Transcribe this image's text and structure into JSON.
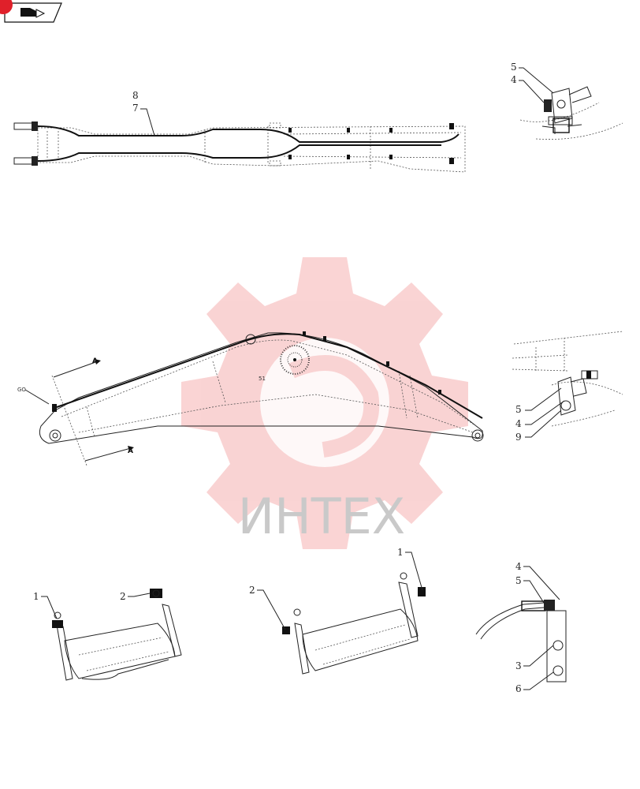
{
  "nav": {
    "icon": "back-arrow-icon",
    "badge_color": "#e0202a"
  },
  "watermark": {
    "text": "ИНТЕХ",
    "gear_color": "#f5b0b0",
    "text_color": "#c9c9c9"
  },
  "top_view": {
    "callouts": [
      "8",
      "7"
    ]
  },
  "detail_top_right": {
    "callouts": [
      "5",
      "4"
    ]
  },
  "boom": {
    "section_label_a": "A",
    "section_label_b": "A",
    "end_label": "GO",
    "mid_label": "51"
  },
  "detail_mid_right": {
    "callouts": [
      "5",
      "4",
      "9"
    ]
  },
  "bottom_left": {
    "callouts": [
      "1",
      "2"
    ]
  },
  "bottom_middle": {
    "callouts": [
      "2",
      "1"
    ]
  },
  "bottom_right": {
    "callouts": [
      "4",
      "5",
      "3",
      "6"
    ]
  }
}
